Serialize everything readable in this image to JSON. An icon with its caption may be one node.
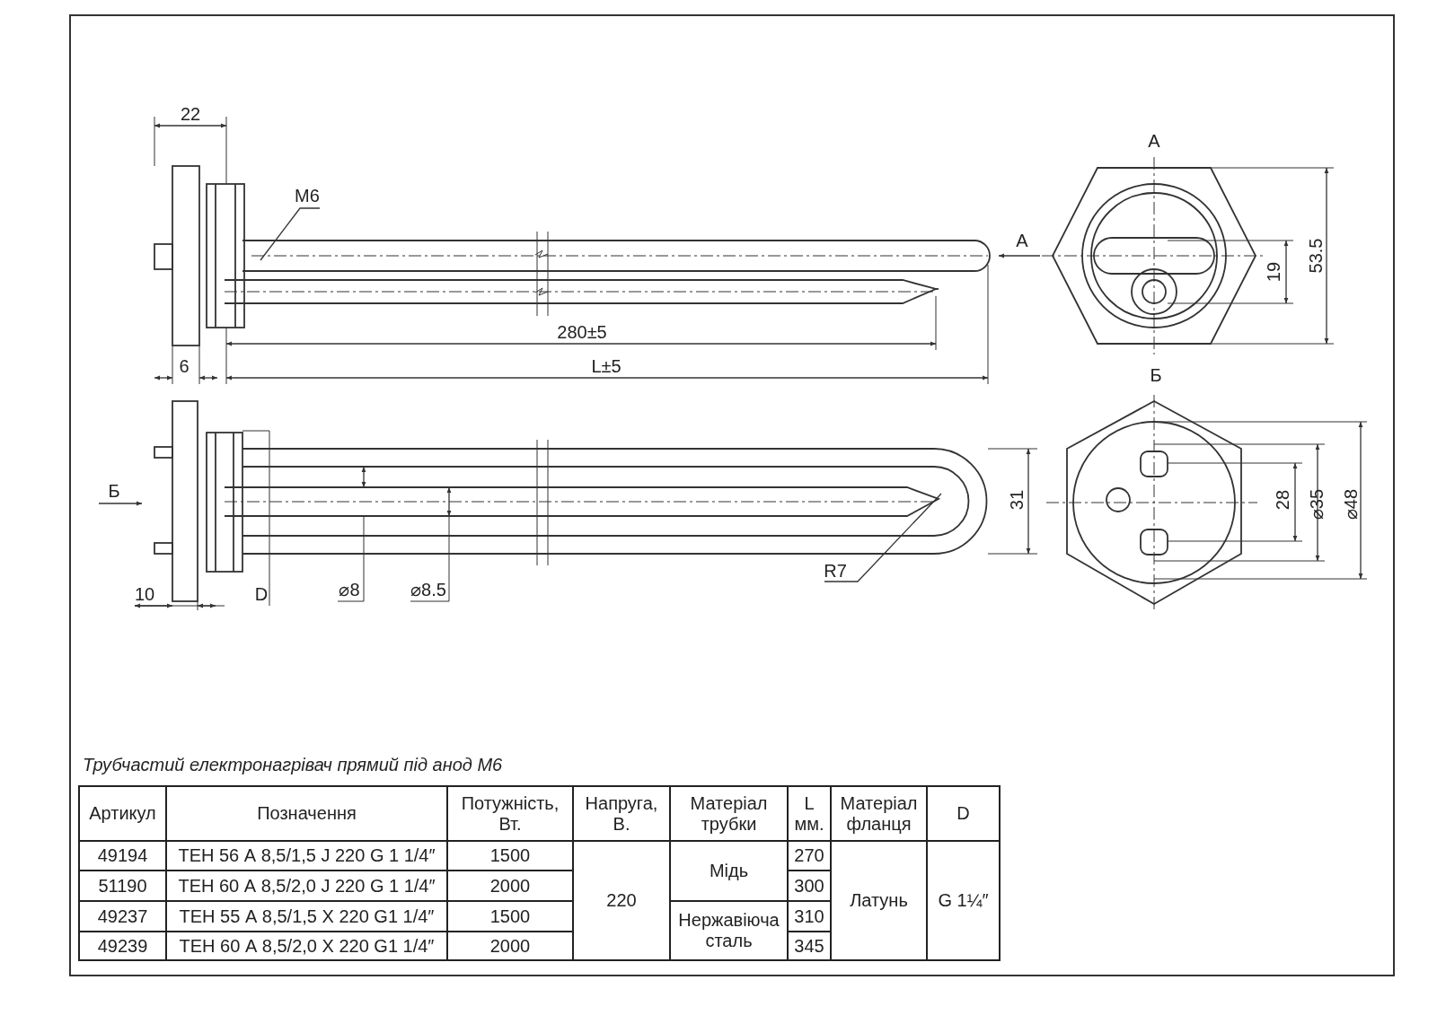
{
  "diagram": {
    "title": "Трубчастий електронагрівач прямий під анод М6",
    "nodes": [
      {
        "text": [
          "M6"
        ]
      },
      {
        "text": [
          "R7"
        ]
      }
    ],
    "edges": [
      {
        "from": 0,
        "to": null,
        "arrow": "none"
      },
      {
        "from": 1,
        "to": null,
        "arrow": "none"
      }
    ],
    "labels": [
      "22",
      "A",
      "A",
      "53.5",
      "19",
      "280±5",
      "6",
      "L±5",
      "Б",
      "Б",
      "31",
      "28",
      "⌀35",
      "⌀48",
      "10",
      "D",
      "⌀8",
      "⌀8.5",
      "Артикул",
      "Позначення",
      "Потужність, Вт.",
      "Напруга, В.",
      "Матеріал трубки",
      "L мм.",
      "Матеріал фланця",
      "D",
      "49194",
      "ТЕН 56 А 8,5/1,5 J 220 G 1 1/4″",
      "1500",
      "220",
      "Мідь",
      "270",
      "Латунь",
      "G 1¼″",
      "51190",
      "ТЕН 60 А 8,5/2,0 J 220 G 1 1/4″",
      "2000",
      "300",
      "49237",
      "ТЕН 55 А 8,5/1,5 Х 220 G1 1/4″",
      "1500",
      "Нержавіюча сталь",
      "310",
      "49239",
      "ТЕН 60 А 8,5/2,0 Х 220 G1 1/4″",
      "2000",
      "345"
    ]
  }
}
